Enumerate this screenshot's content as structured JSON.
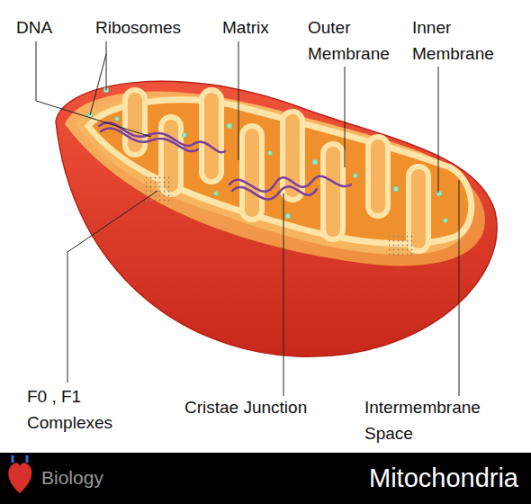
{
  "diagram": {
    "title": "Mitochondria",
    "labels": [
      "DNA",
      "Ribosomes",
      "Matrix",
      "Outer Membrane",
      "Inner Membrane",
      "F0 , F1 Complexes",
      "Cristae Junction",
      "Intermembrane Space",
      "Biology"
    ]
  }
}
